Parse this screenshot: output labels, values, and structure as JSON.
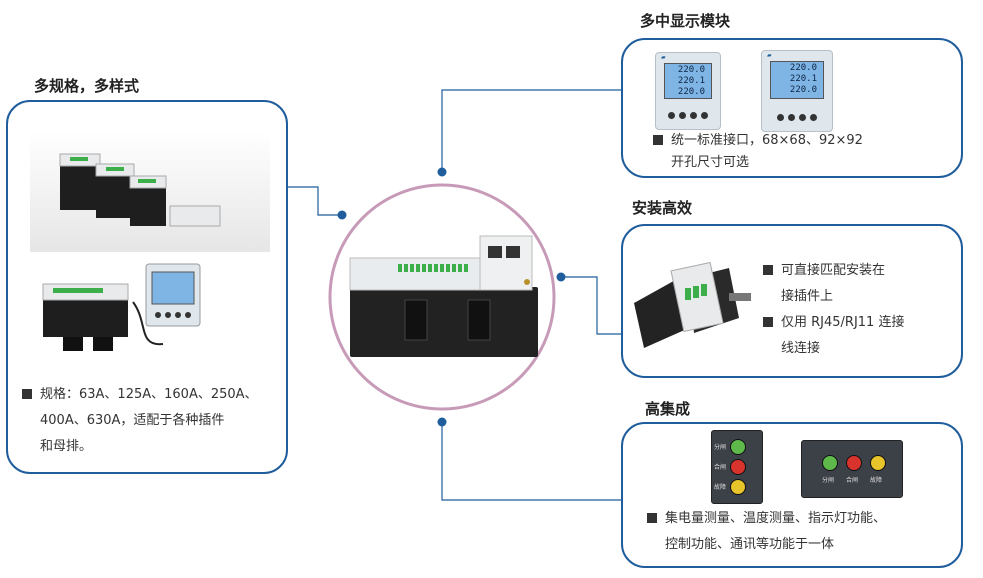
{
  "sections": {
    "multi_spec": {
      "title": "多规格，多样式",
      "lines": [
        "规格：63A、125A、160A、250A、",
        "400A、630A，适配于各种插件",
        "和母排。"
      ]
    },
    "display": {
      "title": "多中显示模块",
      "lines": [
        "统一标准接口，68×68、92×92",
        "开孔尺寸可选"
      ],
      "readings": [
        "220.0",
        "220.1",
        "220.0"
      ]
    },
    "install": {
      "title": "安装高效",
      "items": [
        {
          "line1": "可直接匹配安装在",
          "line2": "接插件上"
        },
        {
          "line1": "仅用 RJ45/RJ11 连接",
          "line2": "线连接"
        }
      ]
    },
    "integration": {
      "title": "高集成",
      "lines": [
        "集电量测量、温度测量、指示灯功能、",
        "控制功能、通讯等功能于一体"
      ],
      "lamp_labels": [
        "分闸",
        "合闸",
        "故障"
      ]
    }
  },
  "colors": {
    "panel_border": "#1f5d9c",
    "center_ring": "#c79bb8",
    "connector": "#1f5d9c",
    "lamp_green": "#5fb84a",
    "lamp_red": "#d8332d",
    "lamp_yellow": "#e6c42a"
  }
}
